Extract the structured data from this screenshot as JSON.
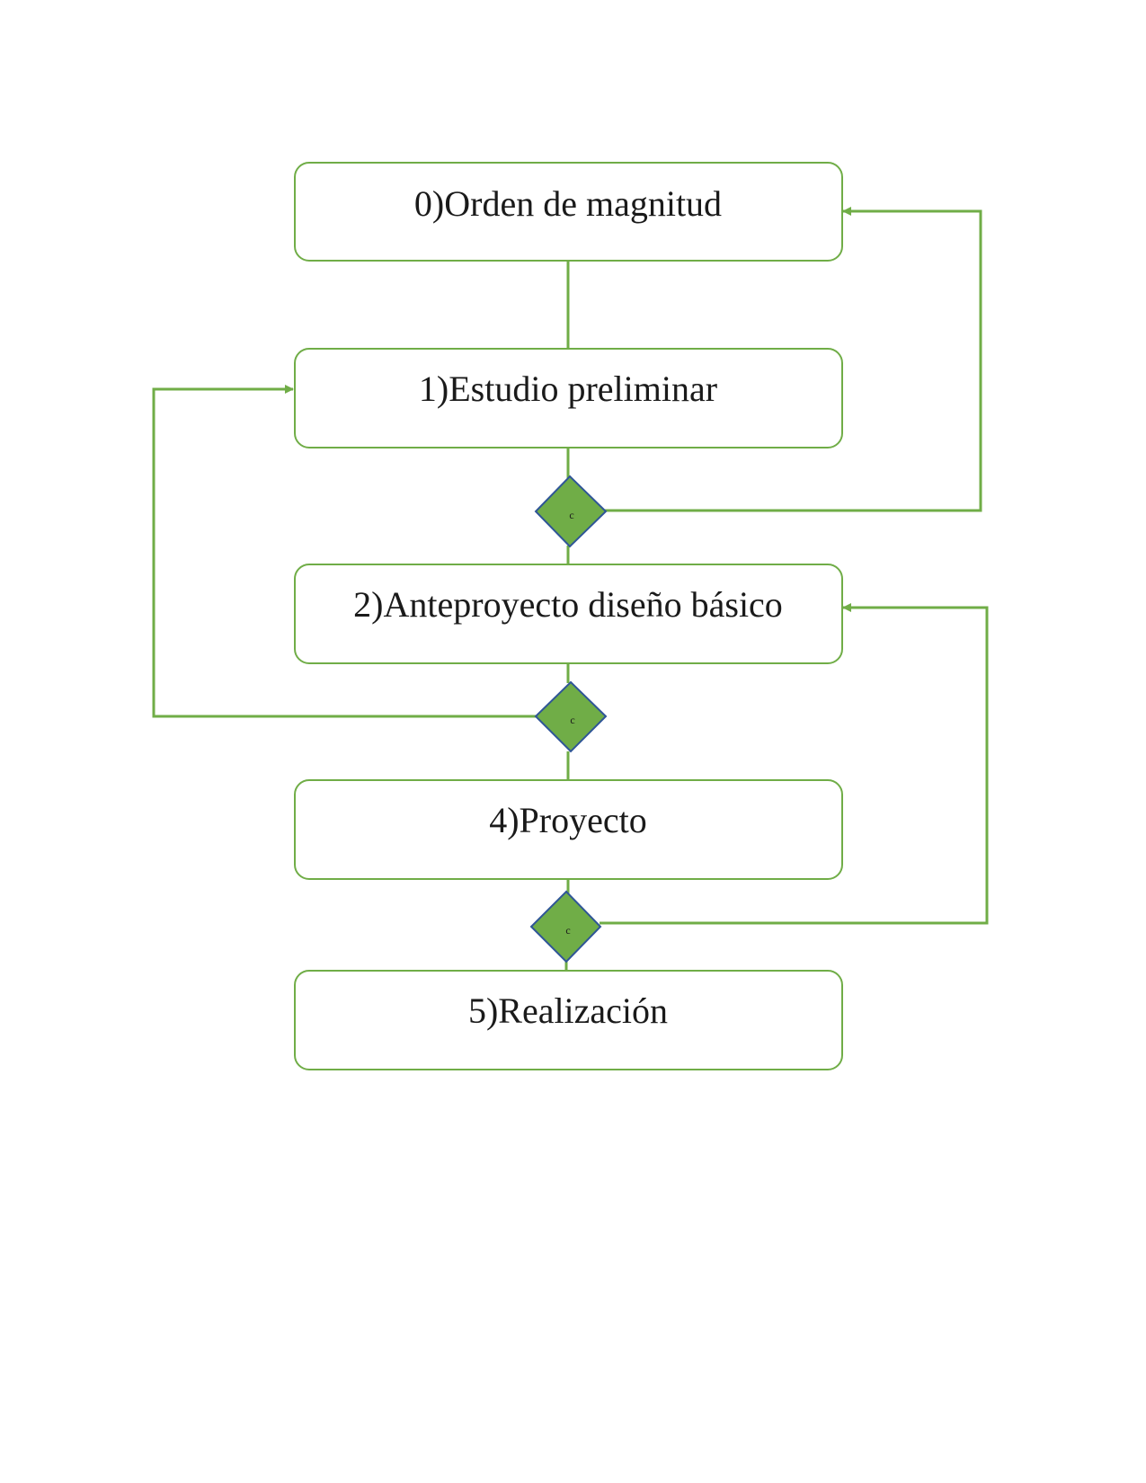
{
  "diagram": {
    "line_color": "#70ad47",
    "decision_fill": "#70ad47",
    "decision_border": "#2f5597",
    "stages": [
      {
        "id": "stage-0",
        "label": "0)Orden de magnitud"
      },
      {
        "id": "stage-1",
        "label": "1)Estudio preliminar"
      },
      {
        "id": "stage-2",
        "label": "2)Anteproyecto diseño básico"
      },
      {
        "id": "stage-4",
        "label": "4)Proyecto"
      },
      {
        "id": "stage-5",
        "label": "5)Realización"
      }
    ],
    "decisions": [
      {
        "id": "decision-1",
        "mark": "c",
        "after": "stage-1",
        "loops_back_to": "stage-0"
      },
      {
        "id": "decision-2",
        "mark": "c",
        "after": "stage-2",
        "loops_back_to": "stage-1"
      },
      {
        "id": "decision-3",
        "mark": "c",
        "after": "stage-4",
        "loops_back_to": "stage-2"
      }
    ]
  }
}
